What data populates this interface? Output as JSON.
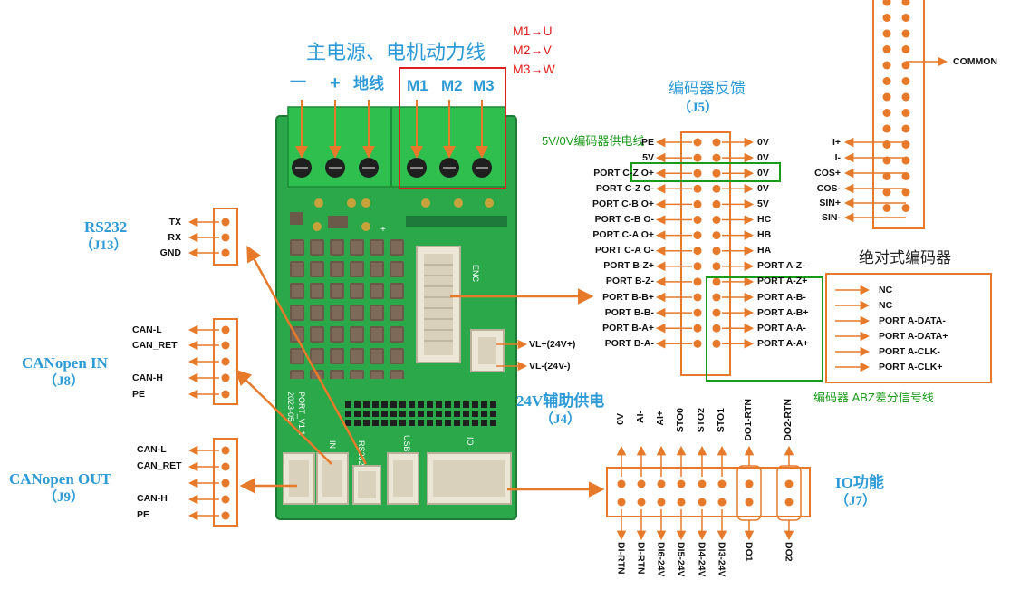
{
  "power": {
    "title": "主电源、电机动力线",
    "minus": "一",
    "plus": "+",
    "ground": "地线",
    "m1": "M1",
    "m2": "M2",
    "m3": "M3",
    "map1": "M1→U",
    "map2": "M2→V",
    "map3": "M3→W"
  },
  "pcb": {
    "enc": "ENC",
    "model": "PORT_V1.1",
    "date": "2023-05-",
    "in": "IN",
    "rs232": "RS232",
    "usb": "USB",
    "io": "IO",
    "plus": "+"
  },
  "rs232": {
    "title": "RS232",
    "id": "（J13）",
    "pins": [
      "TX",
      "RX",
      "GND"
    ]
  },
  "canopen_in": {
    "title": "CANopen IN",
    "id": "（J8）",
    "pins": [
      "CAN-L",
      "CAN_RET",
      "",
      "CAN-H",
      "PE"
    ]
  },
  "canopen_out": {
    "title": "CANopen OUT",
    "id": "（J9）",
    "pins": [
      "CAN-L",
      "CAN_RET",
      "",
      "CAN-H",
      "PE"
    ]
  },
  "encoder": {
    "title": "编码器反馈",
    "id": "（J5）",
    "supply_note": "5V/0V编码器供电线",
    "left_pins": [
      "PE",
      "5V",
      "PORT C-Z O+",
      "PORT C-Z O-",
      "PORT C-B O+",
      "PORT C-B O-",
      "PORT C-A O+",
      "PORT C-A O-",
      "PORT B-Z+",
      "PORT B-Z-",
      "PORT B-B+",
      "PORT B-B-",
      "PORT B-A+",
      "PORT B-A-"
    ],
    "right_pins": [
      "0V",
      "0V",
      "0V",
      "0V",
      "5V",
      "HC",
      "HB",
      "HA",
      "PORT A-Z-",
      "PORT A-Z+",
      "PORT A-B-",
      "PORT A-B+",
      "PORT A-A-",
      "PORT A-A+"
    ],
    "abz_note": "编码器 ABZ差分信号线"
  },
  "absolute_encoder": {
    "title": "绝对式编码器",
    "pins": [
      "NC",
      "NC",
      "PORT A-DATA-",
      "PORT A-DATA+",
      "PORT A-CLK-",
      "PORT A-CLK+"
    ]
  },
  "aux_power": {
    "vl_plus": "VL+(24V+)",
    "vl_minus": "VL-(24V-)",
    "title": "24V辅助供电",
    "id": "（J4）"
  },
  "io": {
    "title": "IO功能",
    "id": "（J7）",
    "top_pins": [
      "0V",
      "AI-",
      "AI+",
      "STO0",
      "STO2",
      "STO1",
      "DO1-RTN",
      "DO2-RTN"
    ],
    "bottom_pins": [
      "DI-RTN",
      "DI-RTN",
      "DI6-24V",
      "DI5-24V",
      "DI4-24V",
      "DI3-24V",
      "DO1",
      "DO2"
    ]
  },
  "resolver": {
    "common": "COMMON",
    "pins": [
      "I+",
      "I-",
      "COS+",
      "COS-",
      "SIN+",
      "SIN-"
    ]
  },
  "colors": {
    "accent_orange": "#e67a2a",
    "label_blue": "#2e9bd6",
    "pcb_green": "#2aa84a",
    "terminal_green": "#2fbf4e",
    "highlight_red": "#e02020",
    "highlight_green": "#1a9a1a",
    "connector_beige": "#ece6d6"
  }
}
